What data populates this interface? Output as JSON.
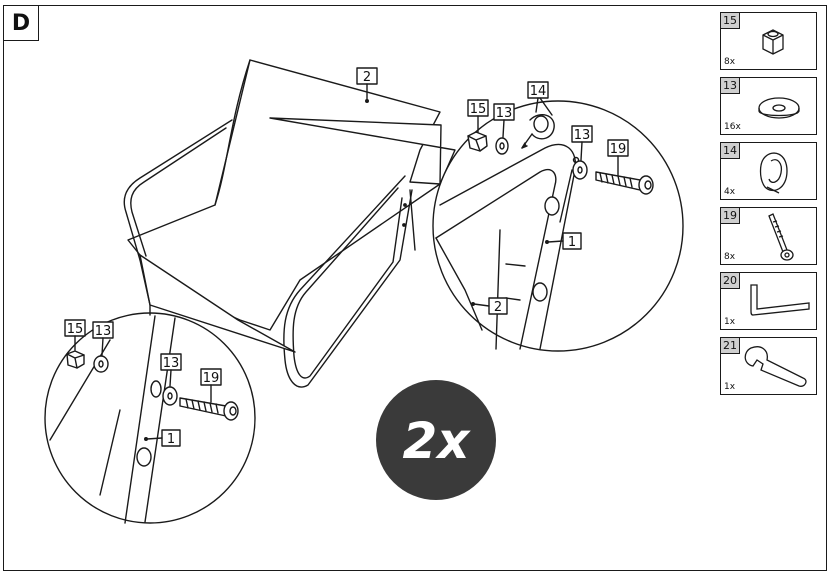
{
  "step": {
    "letter": "D"
  },
  "multiplier": {
    "text": "2x"
  },
  "callouts": {
    "backrest_a": "2",
    "nut_main": "15",
    "washer_main": "13",
    "cap_main": "14",
    "washer_right": "13",
    "bolt_right": "19",
    "frame_right": "1",
    "backrest_right": "2",
    "nut_left": "15",
    "washer_left_a": "13",
    "washer_left_b": "13",
    "bolt_left": "19",
    "frame_left": "1"
  },
  "parts": [
    {
      "id": "15",
      "qty": "8x",
      "icon": "nut-icon"
    },
    {
      "id": "13",
      "qty": "16x",
      "icon": "washer-icon"
    },
    {
      "id": "14",
      "qty": "4x",
      "icon": "cap-icon"
    },
    {
      "id": "19",
      "qty": "8x",
      "icon": "bolt-icon"
    },
    {
      "id": "20",
      "qty": "1x",
      "icon": "allen-key-icon"
    },
    {
      "id": "21",
      "qty": "1x",
      "icon": "wrench-icon"
    }
  ],
  "colors": {
    "ink": "#1a1a1a",
    "badge": "#3a3a3a",
    "label_fill": "#cfcfcf"
  }
}
